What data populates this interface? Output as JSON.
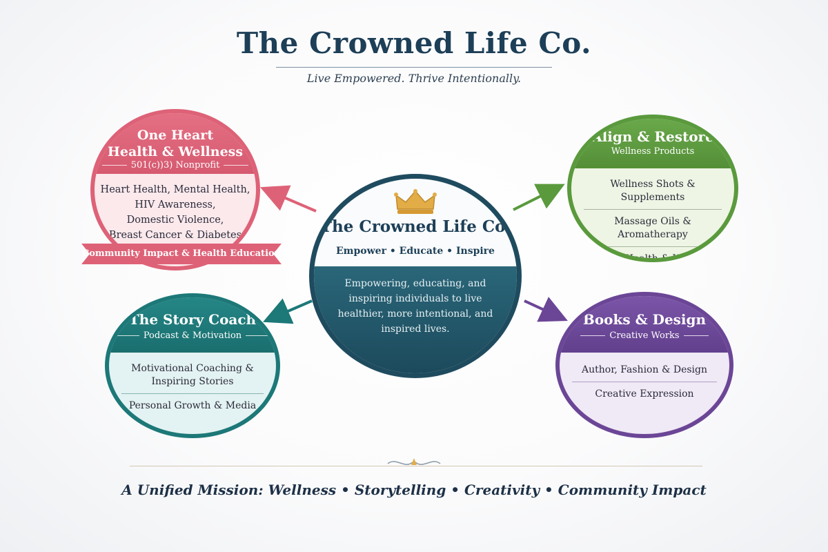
{
  "header": {
    "title": "The Crowned Life Co.",
    "tagline": "Live Empowered. Thrive Intentionally."
  },
  "center": {
    "name": "The Crowned Life Co.",
    "motto": "Empower • Educate • Inspire",
    "description": "Empowering, educating, and inspiring individuals to live healthier, more intentional, and inspired lives.",
    "icon": "crown-icon"
  },
  "one_heart": {
    "name_line1": "One Heart",
    "name_line2": "Health & Wellness",
    "sub": "501(c))3) Nonprofit",
    "items": [
      "Heart Health, Mental Health,",
      "HIV Awareness,",
      "Domestic Violence,",
      "Breast Cancer & Diabetes"
    ],
    "ribbon": "Community Impact & Health Education",
    "color": "#de6277"
  },
  "align_restore": {
    "name": "Align & Restore",
    "sub": "Wellness Products",
    "items": [
      "Wellness Shots & Supplements",
      "Massage Oils & Aromatherapy",
      "Holistic Health & Wellbeing"
    ],
    "color": "#5a9a3d"
  },
  "story_coach": {
    "name": "The Story Coach",
    "sub": "Podcast & Motivation",
    "items": [
      "Motivational Coaching & Inspiring Stories",
      "Personal Growth & Media"
    ],
    "color": "#1d7878"
  },
  "books_design": {
    "name": "Books & Design",
    "sub": "Creative Works",
    "items": [
      "Author, Fashion & Design",
      "Creative Expression"
    ],
    "color": "#6b4696"
  },
  "footer": {
    "mission": "A Unified Mission: Wellness • Storytelling • Creativity • Community Impact"
  }
}
